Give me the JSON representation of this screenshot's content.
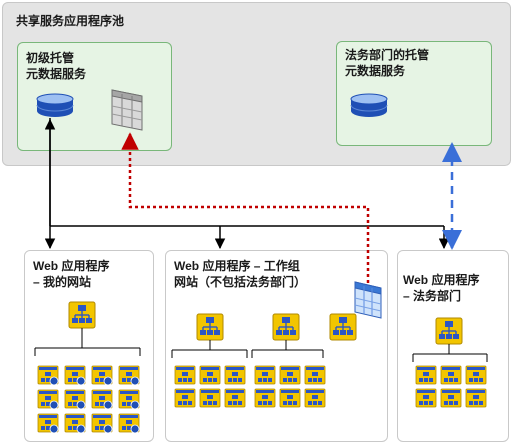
{
  "pool": {
    "title": "共享服务应用程序池"
  },
  "primary_service": {
    "line1": "初级托管",
    "line2": "元数据服务"
  },
  "legal_service": {
    "line1": "法务部门的托管",
    "line2": "元数据服务"
  },
  "app_my_site": {
    "line1": "Web 应用程序",
    "line2": "– 我的网站"
  },
  "app_team": {
    "line1": "Web 应用程序 – 工作组",
    "line2": "网站（不包括法务部门）"
  },
  "app_legal": {
    "line1": "Web 应用程序",
    "line2": "– 法务部门"
  },
  "colors": {
    "db_blue": "#1f4fb5",
    "red_dotted": "#c00000",
    "blue_dashed": "#3a6fd8",
    "connector": "#000000"
  }
}
